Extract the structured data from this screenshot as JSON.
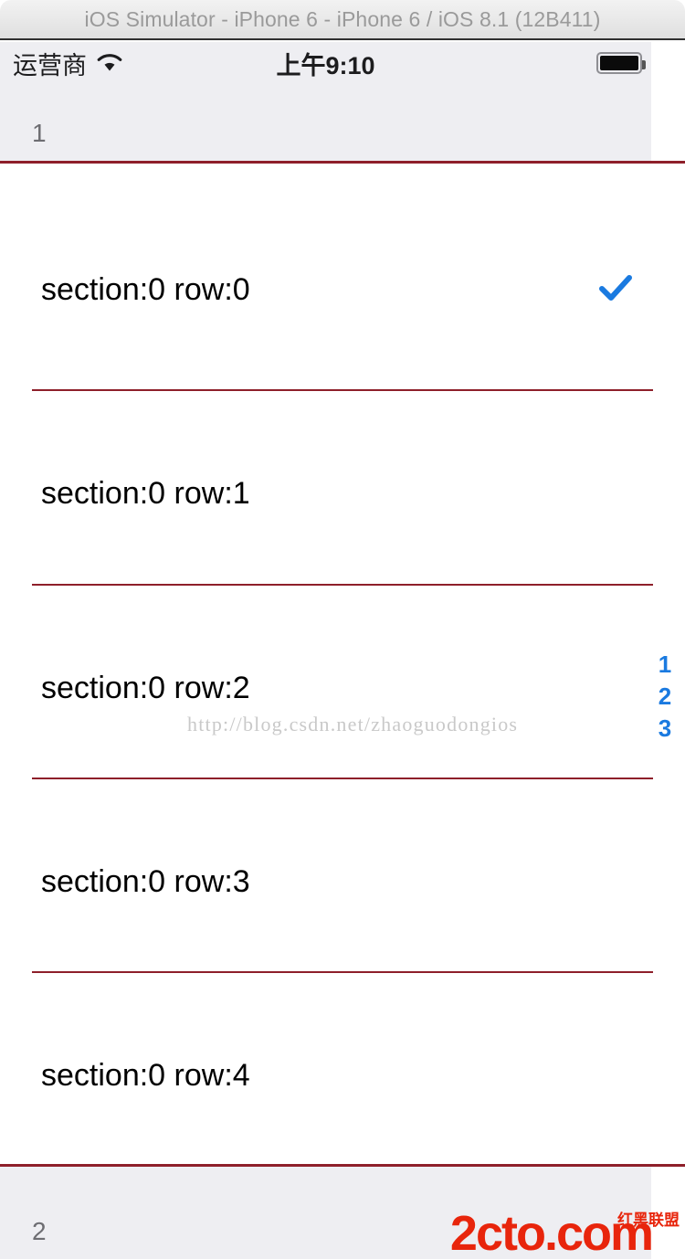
{
  "window": {
    "title": "iOS Simulator - iPhone 6 - iPhone 6 / iOS 8.1 (12B411)"
  },
  "status_bar": {
    "carrier": "运营商",
    "wifi_icon": "wifi-icon",
    "time": "上午9:10",
    "battery_icon": "battery-full-icon"
  },
  "table": {
    "section_headers": [
      {
        "title": "1"
      },
      {
        "title": "2"
      }
    ],
    "rows": [
      {
        "label": "section:0 row:0",
        "accessory": "checkmark-icon"
      },
      {
        "label": "section:0 row:1",
        "accessory": ""
      },
      {
        "label": "section:0 row:2",
        "accessory": ""
      },
      {
        "label": "section:0 row:3",
        "accessory": ""
      },
      {
        "label": "section:0 row:4",
        "accessory": ""
      }
    ]
  },
  "section_index": {
    "items": [
      "1",
      "2",
      "3"
    ]
  },
  "watermarks": {
    "url": "http://blog.csdn.net/zhaoguodongios",
    "logo_main": "2cto.com",
    "logo_sub": "红黑联盟"
  },
  "colors": {
    "accent_blue": "#1a7ae0",
    "separator_red": "#8e1f2a",
    "header_bg": "#eeeef2",
    "logo_red": "#e8250c"
  }
}
